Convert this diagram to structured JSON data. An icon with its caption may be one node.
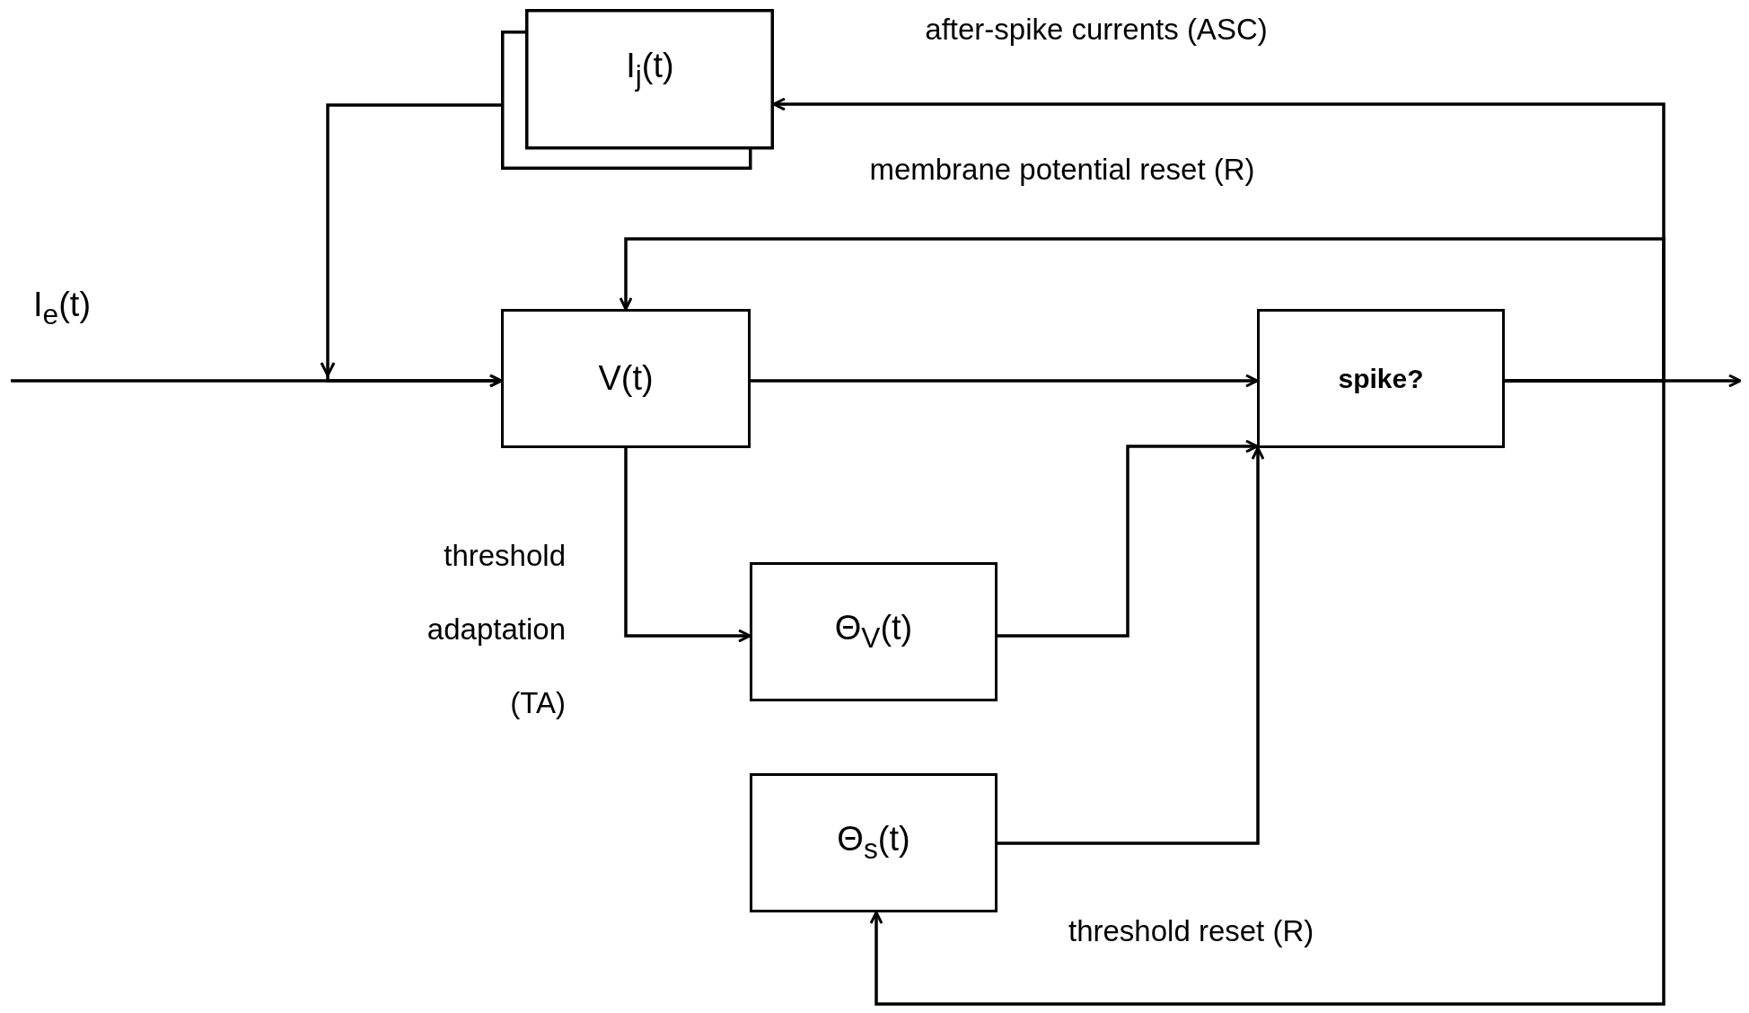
{
  "diagram": {
    "nodes": [
      {
        "text": [
          "I$_{j}$(t)"
        ]
      },
      {
        "text": [
          "V(t)"
        ]
      },
      {
        "text": [
          "spike?"
        ]
      },
      {
        "text": [
          "Θ$_{V}$(t)"
        ]
      },
      {
        "text": [
          "Θ$_{s}$(t)"
        ]
      }
    ],
    "edges": [
      {
        "from": null,
        "to": 1,
        "arrow": "to"
      },
      {
        "from": 0,
        "to": 1,
        "arrow": "to"
      },
      {
        "from": 1,
        "to": 2,
        "arrow": "to"
      },
      {
        "from": 1,
        "to": 3,
        "arrow": "to"
      },
      {
        "from": 3,
        "to": 2,
        "arrow": "to"
      },
      {
        "from": 4,
        "to": 2,
        "arrow": "to"
      },
      {
        "from": 2,
        "to": null,
        "arrow": "to"
      },
      {
        "from": 2,
        "to": 0,
        "arrow": "to"
      },
      {
        "from": 2,
        "to": 1,
        "arrow": "to"
      },
      {
        "from": 2,
        "to": 4,
        "arrow": "to"
      }
    ],
    "labels": [
      "after-spike currents (ASC)",
      "membrane potential reset (R)",
      "I$_{e}$(t)",
      "threshold adaptation (TA)",
      "threshold reset (R)"
    ]
  }
}
